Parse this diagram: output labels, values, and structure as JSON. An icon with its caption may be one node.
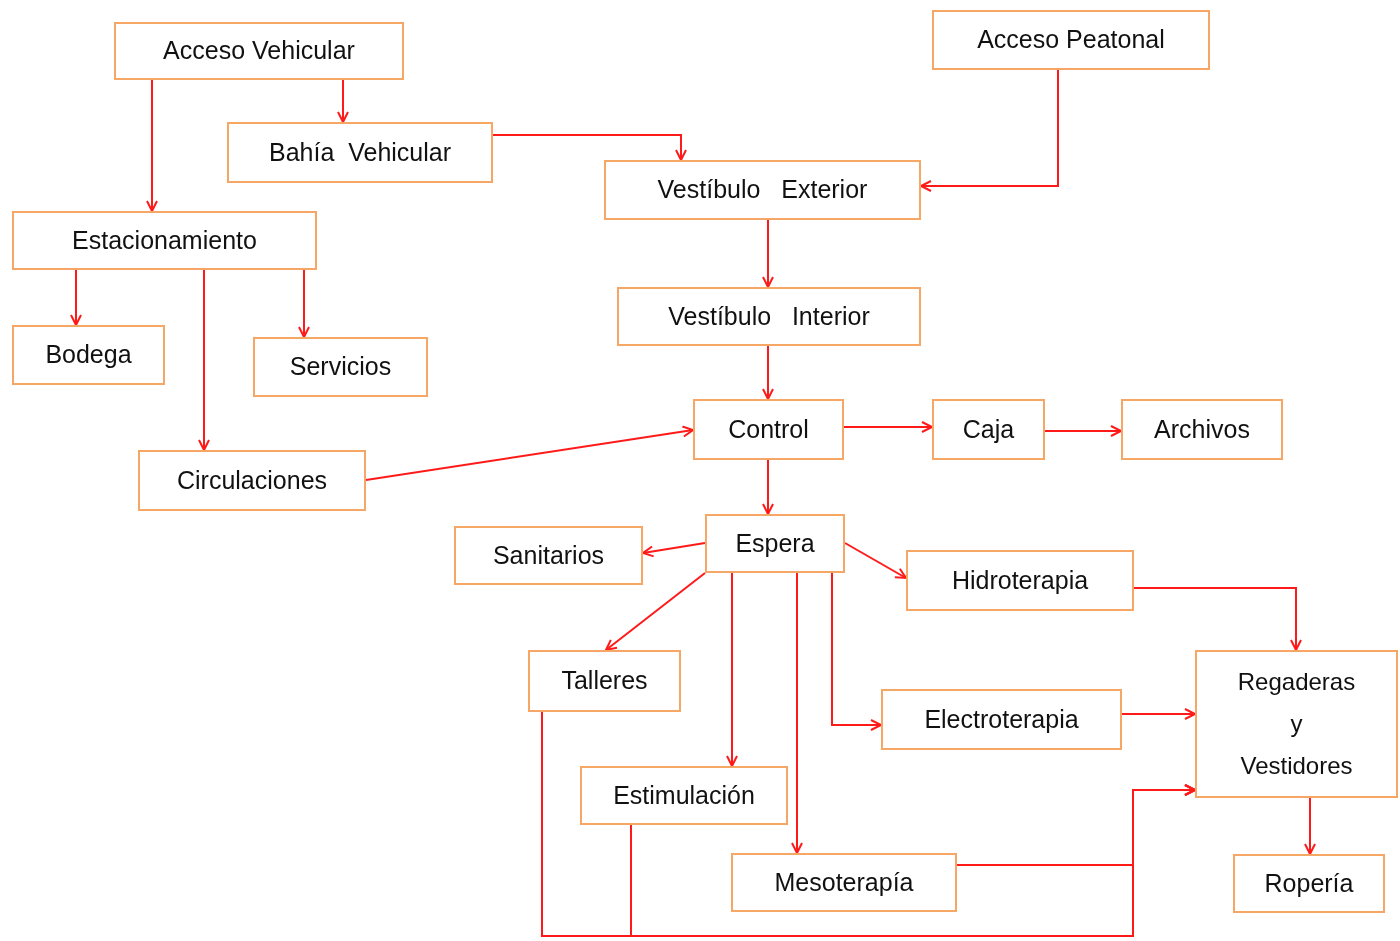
{
  "diagram": {
    "nodes": [
      {
        "text": [
          "Acceso Vehicular"
        ]
      },
      {
        "text": [
          "Acceso Peatonal"
        ]
      },
      {
        "text": [
          "Bahía  Vehicular"
        ]
      },
      {
        "text": [
          "Vestíbulo   Exterior"
        ]
      },
      {
        "text": [
          "Estacionamiento"
        ]
      },
      {
        "text": [
          "Vestíbulo   Interior"
        ]
      },
      {
        "text": [
          "Bodega"
        ]
      },
      {
        "text": [
          "Servicios"
        ]
      },
      {
        "text": [
          "Control"
        ]
      },
      {
        "text": [
          "Caja"
        ]
      },
      {
        "text": [
          "Archivos"
        ]
      },
      {
        "text": [
          "Circulaciones"
        ]
      },
      {
        "text": [
          "Sanitarios"
        ]
      },
      {
        "text": [
          "Espera"
        ]
      },
      {
        "text": [
          "Hidroterapia"
        ]
      },
      {
        "text": [
          "Talleres"
        ]
      },
      {
        "text": [
          "Regaderas y Vestidores"
        ]
      },
      {
        "text": [
          "Electroterapia"
        ]
      },
      {
        "text": [
          "Estimulación"
        ]
      },
      {
        "text": [
          "Mesoterapía"
        ]
      },
      {
        "text": [
          "Ropería"
        ]
      }
    ],
    "edges": [
      {
        "from": 0,
        "to": 2,
        "arrow": "to"
      },
      {
        "from": 0,
        "to": 4,
        "arrow": "to"
      },
      {
        "from": 2,
        "to": 3,
        "arrow": "to"
      },
      {
        "from": 1,
        "to": 3,
        "arrow": "to"
      },
      {
        "from": 3,
        "to": 5,
        "arrow": "to"
      },
      {
        "from": 4,
        "to": 6,
        "arrow": "to"
      },
      {
        "from": 4,
        "to": 11,
        "arrow": "to"
      },
      {
        "from": 4,
        "to": 7,
        "arrow": "to"
      },
      {
        "from": 5,
        "to": 8,
        "arrow": "to"
      },
      {
        "from": 11,
        "to": 8,
        "arrow": "to"
      },
      {
        "from": 8,
        "to": 9,
        "arrow": "to"
      },
      {
        "from": 9,
        "to": 10,
        "arrow": "to"
      },
      {
        "from": 8,
        "to": 13,
        "arrow": "to"
      },
      {
        "from": 13,
        "to": 12,
        "arrow": "to"
      },
      {
        "from": 13,
        "to": 14,
        "arrow": "to"
      },
      {
        "from": 13,
        "to": 15,
        "arrow": "to"
      },
      {
        "from": 13,
        "to": 18,
        "arrow": "to"
      },
      {
        "from": 13,
        "to": 19,
        "arrow": "to"
      },
      {
        "from": 13,
        "to": 17,
        "arrow": "to"
      },
      {
        "from": 14,
        "to": 16,
        "arrow": "to"
      },
      {
        "from": 17,
        "to": 16,
        "arrow": "to"
      },
      {
        "from": 15,
        "to": 16,
        "arrow": "to"
      },
      {
        "from": 18,
        "to": 16,
        "arrow": "to"
      },
      {
        "from": 19,
        "to": 16,
        "arrow": "to"
      },
      {
        "from": 16,
        "to": 20,
        "arrow": "to"
      }
    ]
  }
}
